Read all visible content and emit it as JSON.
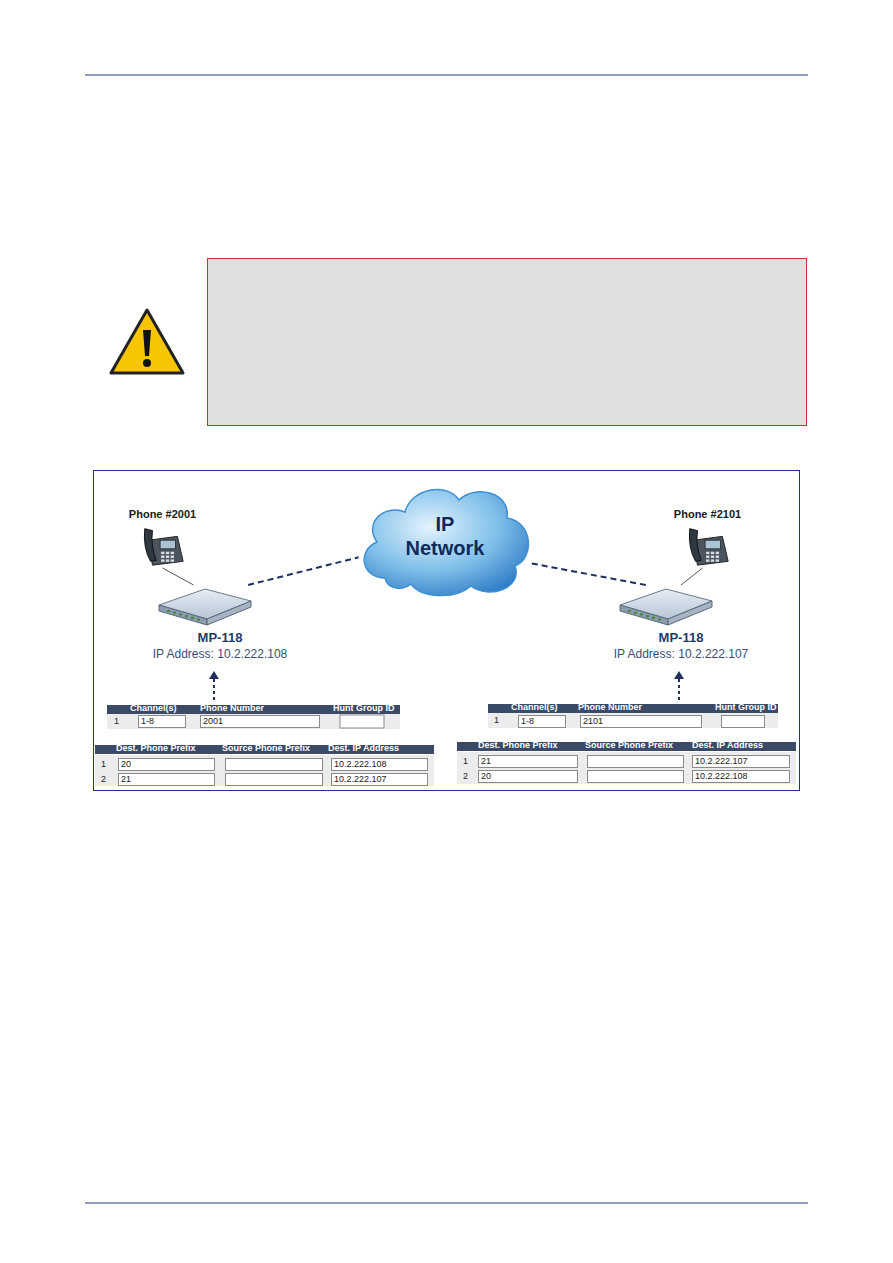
{
  "diagram": {
    "nodes": [
      {
        "text": [
          "Phone #2001"
        ]
      },
      {
        "text": [
          "MP-118",
          "IP Address: 10.2.222.108"
        ]
      },
      {
        "text": [
          "IP Network"
        ]
      },
      {
        "text": [
          "Phone #2101"
        ]
      },
      {
        "text": [
          "MP-118",
          "IP Address: 10.2.222.107"
        ]
      }
    ],
    "edges": [
      {
        "from": 0,
        "to": 1,
        "arrow": "none"
      },
      {
        "from": 1,
        "to": 2,
        "arrow": "none"
      },
      {
        "from": 4,
        "to": 2,
        "arrow": "none"
      },
      {
        "from": 3,
        "to": 4,
        "arrow": "none"
      }
    ],
    "labels": [
      "Channel(s)",
      "Phone Number",
      "Hunt Group ID",
      "1",
      "1-8",
      "2001",
      "Dest. Phone Prefix",
      "Source Phone Prefix",
      "Dest. IP Address",
      "1",
      "20",
      "10.2.222.108",
      "2",
      "21",
      "10.2.222.107",
      "Channel(s)",
      "Phone Number",
      "Hunt Group ID",
      "1",
      "1-8",
      "2101",
      "Dest. Phone Prefix",
      "Source Phone Prefix",
      "Dest. IP Address",
      "1",
      "21",
      "10.2.222.107",
      "2",
      "20",
      "10.2.222.108"
    ]
  }
}
